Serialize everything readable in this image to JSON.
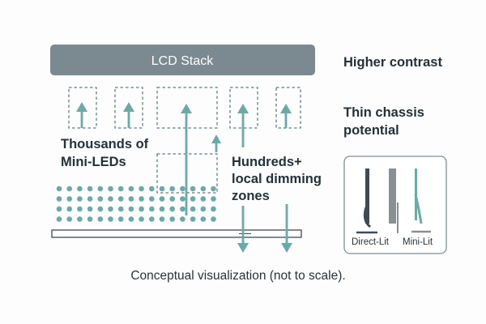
{
  "stack_label": "LCD Stack",
  "benefit_contrast": "Higher contrast",
  "benefit_chassis_line1": "Thin chassis",
  "benefit_chassis_line2": "potential",
  "leds_line1": "Thousands of",
  "leds_line2": "Mini-LEDs",
  "zones_line1": "Hundreds+",
  "zones_line2": "local dimming",
  "zones_line3": "zones",
  "compare_left_label": "Direct-Lit",
  "compare_right_label": "Mini-Lit",
  "caption": "Conceptual visualization (not to scale).",
  "colors": {
    "stack_fill": "#7b8a90",
    "stack_text": "#ffffff",
    "teal": "#6aaba7",
    "zone_dash": "#5e7d89",
    "text_dark": "#243238",
    "panel_border": "#7f8f96",
    "monitor_dark": "#3c4b55",
    "monitor_grey": "#8a8f92"
  },
  "led_grid": {
    "rows": 4,
    "cols": 16
  }
}
